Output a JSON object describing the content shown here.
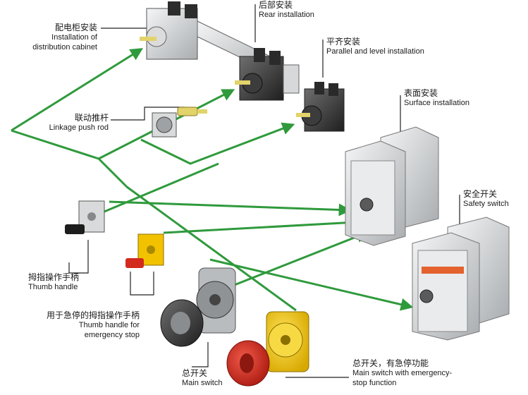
{
  "labels": {
    "cabinet": {
      "zh": "配电柜安装",
      "en": [
        "Installation of",
        "distribution cabinet"
      ]
    },
    "rear": {
      "zh": "后部安装",
      "en": "Rear installation"
    },
    "parallel": {
      "zh": "平齐安装",
      "en": "Parallel and level installation"
    },
    "surface": {
      "zh": "表面安装",
      "en": "Surface installation"
    },
    "safety": {
      "zh": "安全开关",
      "en": "Safety switch"
    },
    "pushrod": {
      "zh": "联动推杆",
      "en": "Linkage push rod"
    },
    "thumb": {
      "zh": "拇指操作手柄",
      "en": "Thumb handle"
    },
    "thumb_emergency": {
      "zh": "用于急停的拇指操作手柄",
      "en": [
        "Thumb handle for",
        "emergency stop"
      ]
    },
    "main_switch": {
      "zh": "总开关",
      "en": "Main switch"
    },
    "main_emergency": {
      "zh": "总开关，有急停功能",
      "en": [
        "Main switch with emergency-",
        "stop function"
      ]
    }
  },
  "colors": {
    "connector": "#2f9a3c",
    "leader": "#222222",
    "yellow": "#f2c200",
    "red": "#d32a1e",
    "metal": "#c9ccce"
  }
}
